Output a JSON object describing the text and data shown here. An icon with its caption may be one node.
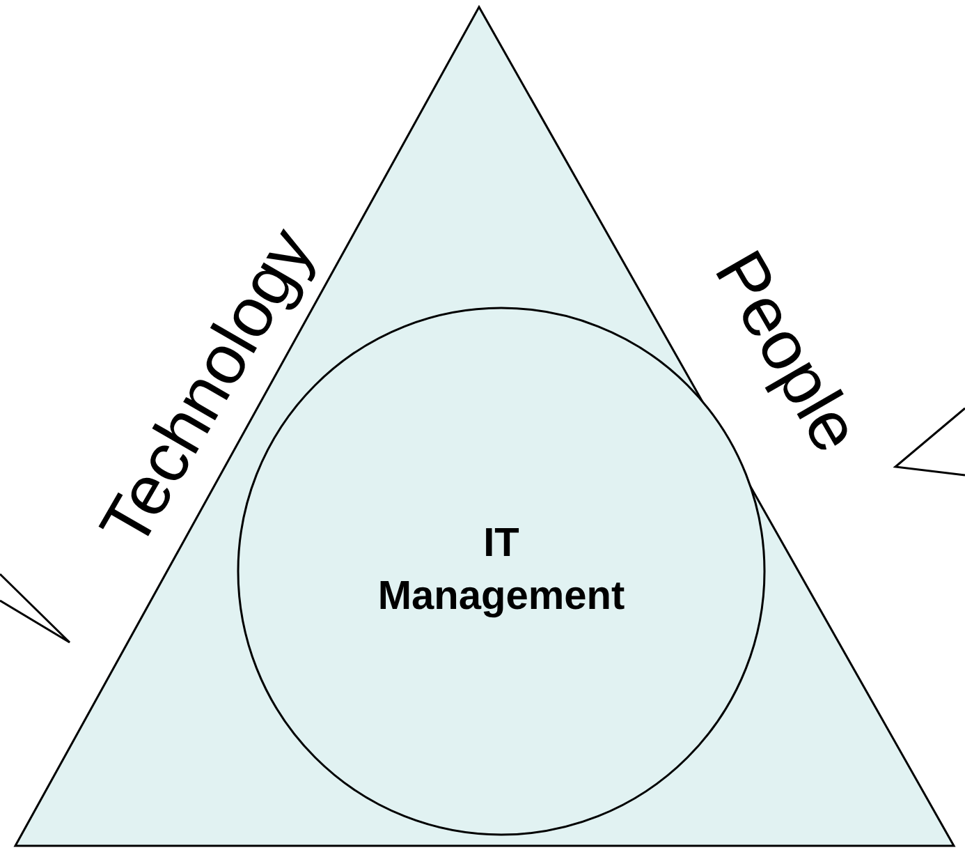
{
  "diagram": {
    "nodes": [
      {
        "text": [],
        "shape": "triangle"
      },
      {
        "text": [
          "IT Management"
        ],
        "in": 0
      }
    ],
    "labels": [
      "Technology",
      "People"
    ]
  }
}
